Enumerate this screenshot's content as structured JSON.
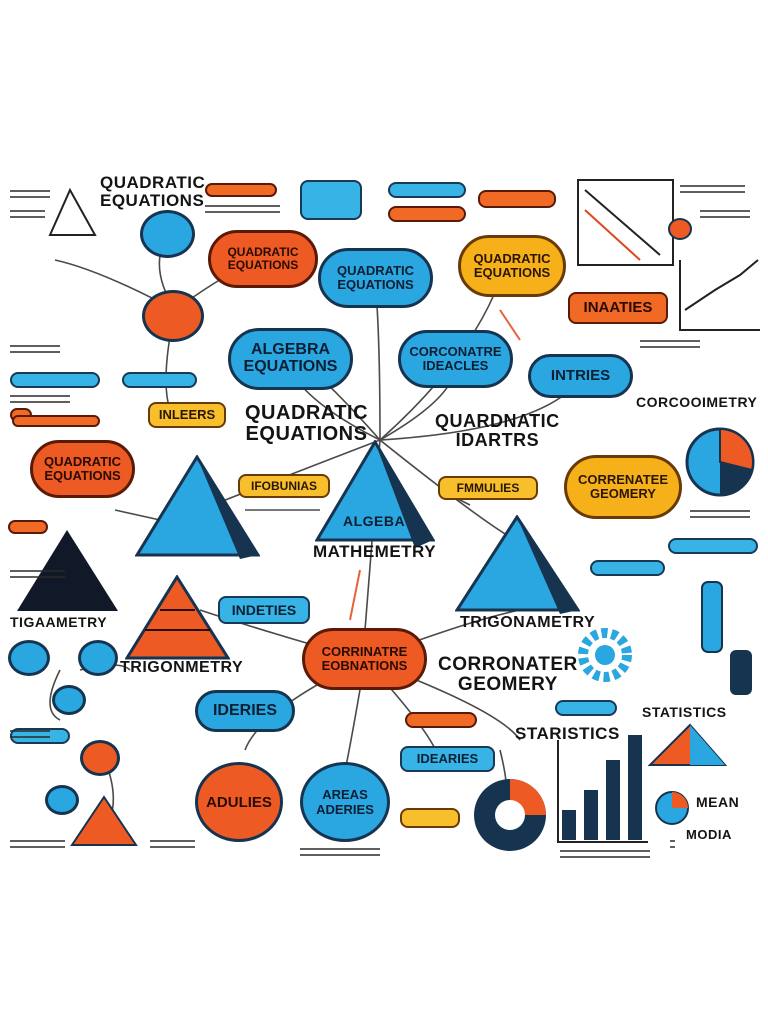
{
  "labels": {
    "quadratic_equations_tl": "QUADRATIC\nEQUATIONS",
    "cloud_quadratic_orange": "QUADRATIC\nEQUATIONS",
    "cloud_quadratic_blue": "QUADRATIC\nEQUATIONS",
    "cloud_quadratic_yellow": "QUADRATIC\nEQUATIONS",
    "cloud_algebra_equations": "ALGEBRA\nEQUATIONS",
    "cloud_coordinate_ideas": "CORCONATRE\nIDEACLES",
    "cloud_intries": "INTRIES",
    "pill_inaties": "INAATIES",
    "quadratic_equations_mid": "QUADRATIC\nEQUATIONS",
    "quadratic_identities": "QUARDNATIC\nIDARTRS",
    "inelers": "INLEERS",
    "cloud_quadratic_left": "QUADRATIC\nEQUATIONS",
    "corcoemetry": "CORCOOIMETRY",
    "cloud_coordinate_geometry": "CORRENATEE\nGEOMERY",
    "pill_formulas": "IFOBUNIAS",
    "pill_families": "FMMULIES",
    "triangle_algebra": "ALGEBA",
    "mathemetry": "MATHEMETRY",
    "tigaametry": "TIGAAMETRY",
    "trigonometry_left": "TRIGONMETRY",
    "trigonometry_right": "TRIGONAMETRY",
    "pill_indeties": "INDETIES",
    "cloud_coordinate_equations": "CORRINATRE\nEOBNATIONS",
    "coordinate_geometry_text": "CORRONATER\nGEOMERY",
    "statistics_right": "STATISTICS",
    "staristics": "STARISTICS",
    "cloud_ideries": "IDERIES",
    "pill_idearies": "IDEARIES",
    "circle_adulies": "ADULIES",
    "circle_aderies": "AREAS\nADERIES",
    "mean": "MEAN",
    "media": "MODIA"
  },
  "colors": {
    "blue": "#2aa6e0",
    "orange": "#ee5a24",
    "yellow": "#f6b01a",
    "navy": "#16344f"
  }
}
